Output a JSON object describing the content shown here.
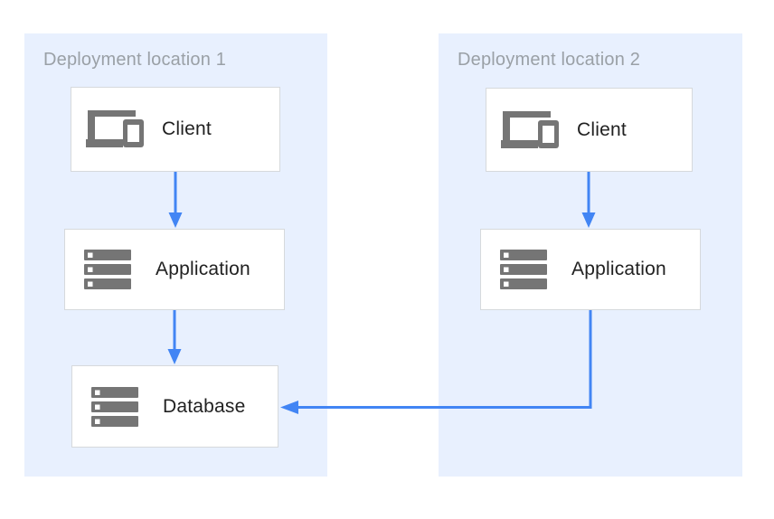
{
  "diagram": {
    "colors": {
      "panel_bg": "#e8f0fe",
      "arrow": "#4285f4",
      "icon_gray": "#757575",
      "box_border": "#d6d9dc",
      "box_bg": "#ffffff",
      "title_text": "#9aa0a6",
      "label_text": "#212121"
    },
    "panels": [
      {
        "title": "Deployment location 1",
        "nodes": [
          {
            "label": "Client",
            "icon": "devices-icon"
          },
          {
            "label": "Application",
            "icon": "server-icon"
          },
          {
            "label": "Database",
            "icon": "server-icon"
          }
        ]
      },
      {
        "title": "Deployment location 2",
        "nodes": [
          {
            "label": "Client",
            "icon": "devices-icon"
          },
          {
            "label": "Application",
            "icon": "server-icon"
          }
        ]
      }
    ],
    "connections": [
      {
        "from": "client-1",
        "to": "application-1",
        "style": "arrow-down"
      },
      {
        "from": "application-1",
        "to": "database-1",
        "style": "arrow-down"
      },
      {
        "from": "client-2",
        "to": "application-2",
        "style": "arrow-down"
      },
      {
        "from": "application-2",
        "to": "database-1",
        "style": "elbow-left"
      }
    ]
  }
}
